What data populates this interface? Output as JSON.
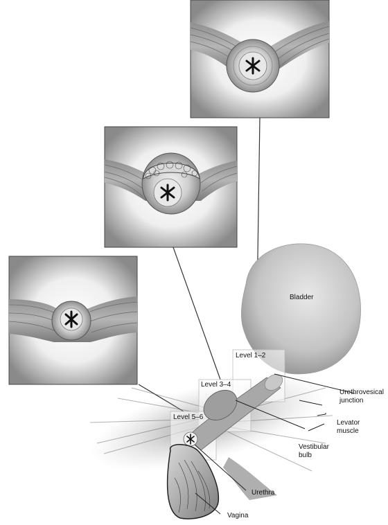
{
  "labels": {
    "bladder": "Bladder",
    "level_1_2": "Level 1–2",
    "level_3_4": "Level 3–4",
    "level_5_6": "Level 5–6",
    "urethrovesical_line1": "Urethrovesical",
    "urethrovesical_line2": "junction",
    "levator_line1": "Levator",
    "levator_line2": "muscle",
    "vestibular_line1": "Vestibular",
    "vestibular_line2": "bulb",
    "urethra": "Urethra",
    "vagina": "Vagina"
  }
}
